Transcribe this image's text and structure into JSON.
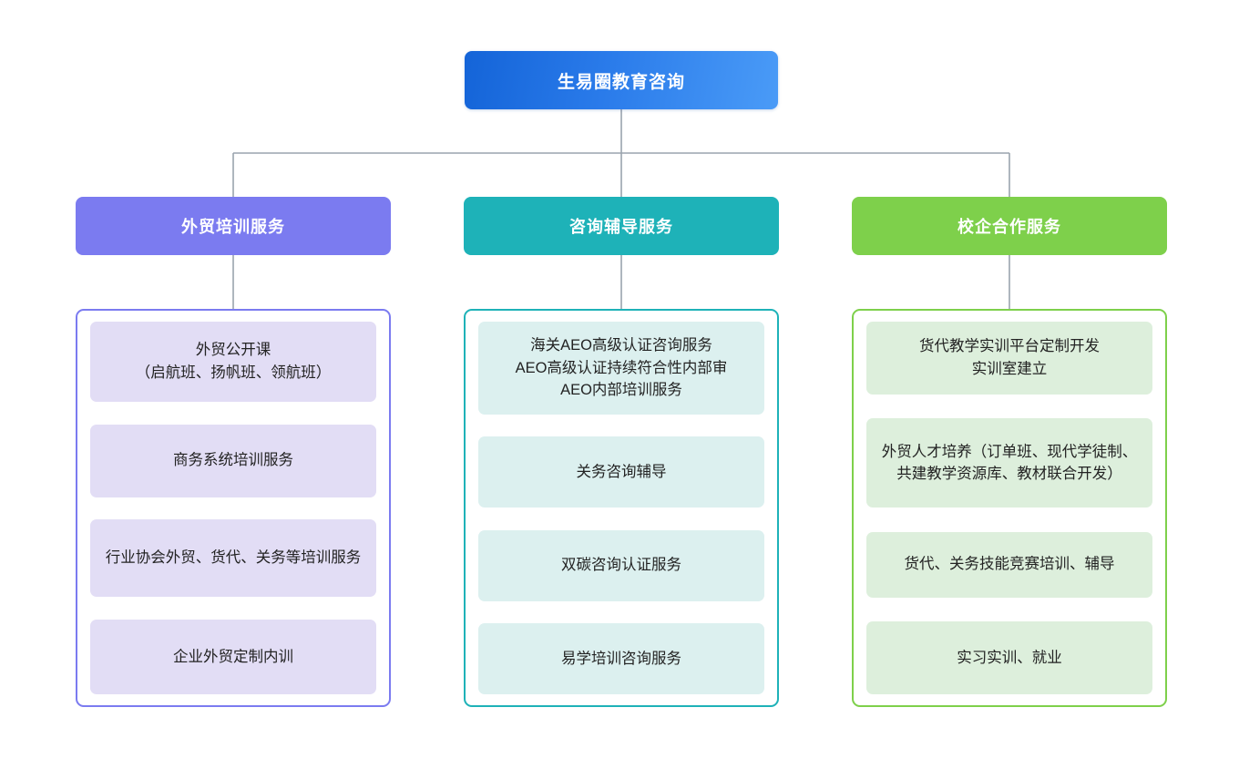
{
  "diagram": {
    "type": "org-chart",
    "root": {
      "label": "生易圈教育咨询",
      "color": "#2a7bea"
    },
    "connector_color": "#9aa3ad",
    "branches": [
      {
        "id": "foreign-trade-training",
        "header": "外贸培训服务",
        "color": "#7b7bf0",
        "card_color": "#e2ddf5",
        "items": [
          "外贸公开课\n（启航班、扬帆班、领航班）",
          "商务系统培训服务",
          "行业协会外贸、货代、关务等培训服务",
          "企业外贸定制内训"
        ]
      },
      {
        "id": "consulting-tutoring",
        "header": "咨询辅导服务",
        "color": "#1eb2b8",
        "card_color": "#dcf0ef",
        "items": [
          "海关AEO高级认证咨询服务\nAEO高级认证持续符合性内部审\nAEO内部培训服务",
          "关务咨询辅导",
          "双碳咨询认证服务",
          "易学培训咨询服务"
        ]
      },
      {
        "id": "school-enterprise-cooperation",
        "header": "校企合作服务",
        "color": "#7ed04b",
        "card_color": "#ddefdc",
        "items": [
          "货代教学实训平台定制开发\n实训室建立",
          "外贸人才培养（订单班、现代学徒制、共建教学资源库、教材联合开发）",
          "货代、关务技能竞赛培训、辅导",
          "实习实训、就业"
        ]
      }
    ]
  }
}
